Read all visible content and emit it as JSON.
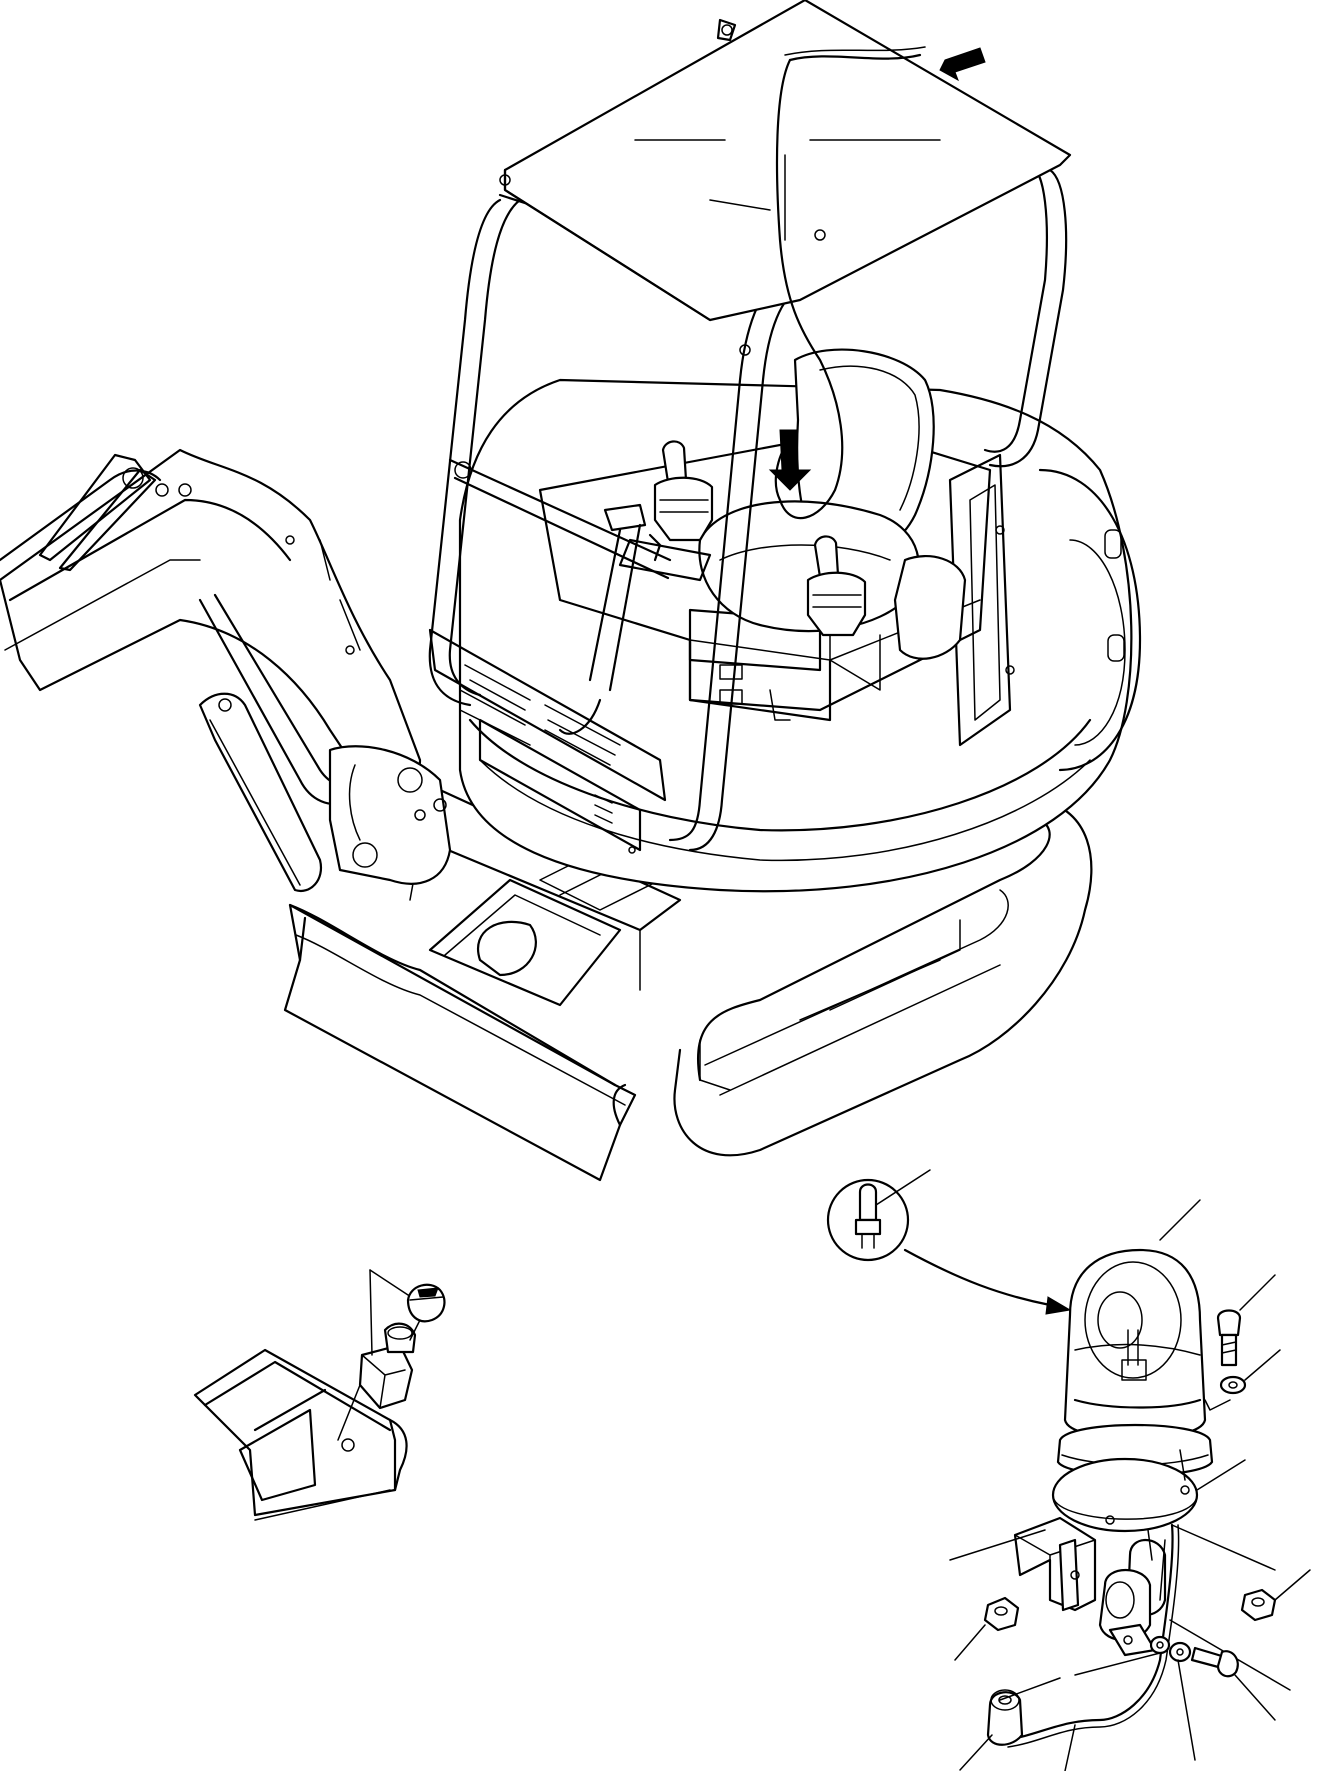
{
  "diagram": {
    "background_color": "#ffffff",
    "line_color": "#000000",
    "parts": [
      {
        "name": "rotating-beacon"
      },
      {
        "name": "beacon-bulb"
      },
      {
        "name": "beacon-mounting-plate"
      },
      {
        "name": "beacon-bracket"
      },
      {
        "name": "beacon-switch"
      },
      {
        "name": "switch-knob"
      },
      {
        "name": "wiring-harness"
      },
      {
        "name": "bolt"
      },
      {
        "name": "washer"
      },
      {
        "name": "nut"
      },
      {
        "name": "grommet"
      }
    ]
  }
}
